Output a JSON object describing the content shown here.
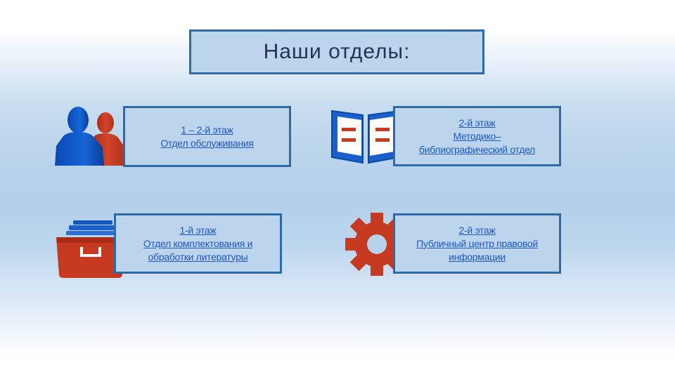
{
  "slide": {
    "title": "Наши отделы:"
  },
  "departments": [
    {
      "icon": "users-icon",
      "floor": "1 – 2-й этаж",
      "name_lines": [
        "Отдел обслуживания"
      ]
    },
    {
      "icon": "open-book-icon",
      "floor": "2-й этаж",
      "name_lines": [
        "Методико–",
        "библиографический отдел"
      ]
    },
    {
      "icon": "file-cabinet-icon",
      "floor": "1-й этаж",
      "name_lines": [
        "Отдел комплектования и",
        "обработки литературы"
      ]
    },
    {
      "icon": "gear-icon",
      "floor": "2-й этаж",
      "name_lines": [
        "Публичный центр правовой",
        "информации"
      ]
    }
  ],
  "colors": {
    "box_fill": "#bcd5ed",
    "box_border": "#2e6aa6",
    "link_text": "#1f57c2",
    "icon_blue": "#1557c0",
    "icon_red": "#c63a22"
  }
}
